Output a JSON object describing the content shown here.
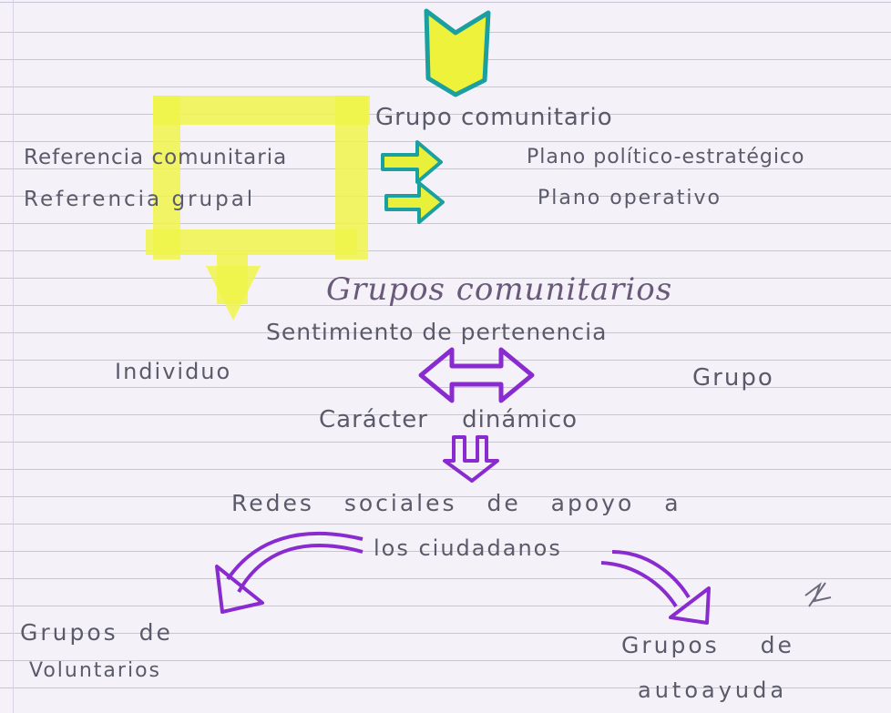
{
  "top": {
    "grupo_comunitario": "Grupo comunitario",
    "referencia_comunitaria": "Referencia comunitaria",
    "referencia_grupal": "Referencia grupal",
    "plano_politico": "Plano político-estratégico",
    "plano_operativo": "Plano operativo"
  },
  "middle": {
    "title": "Grupos comunitarios",
    "sentimiento": "Sentimiento de pertenencia",
    "individuo": "Individuo",
    "grupo": "Grupo",
    "caracter": "Carácter dinámico"
  },
  "bottom": {
    "redes_line1": "Redes sociales de apoyo a",
    "redes_line2": "los ciudadanos",
    "voluntarios_line1": "Grupos de",
    "voluntarios_line2": "Voluntarios",
    "autoayuda_line1": "Grupos de",
    "autoayuda_line2": "autoayuda"
  },
  "colors": {
    "ink": "#5a5a6a",
    "highlight_yellow": "#f0f44a",
    "arrow_purple": "#8a2bd0",
    "arrow_teal": "#1aa0a0",
    "title_purple": "#6a4a9a"
  }
}
